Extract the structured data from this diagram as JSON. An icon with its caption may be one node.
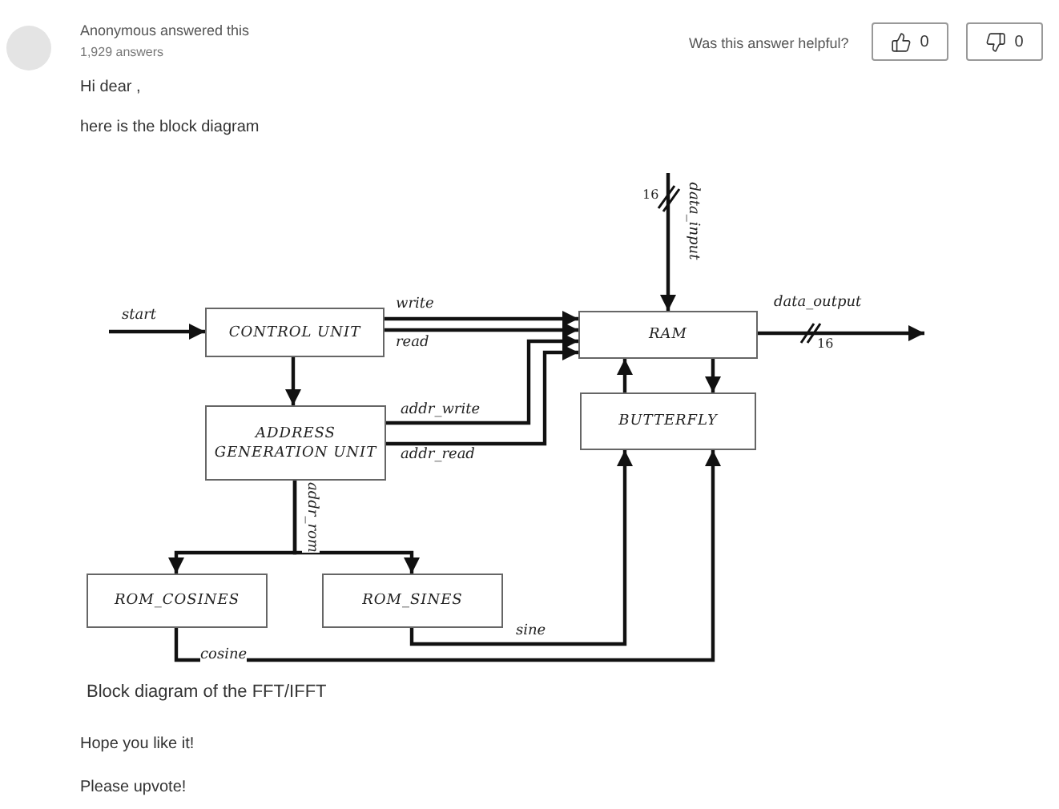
{
  "diagram": {
    "caption": "Block diagram of the FFT/IFFT",
    "nodes": [
      {
        "text": [
          "CONTROL UNIT"
        ]
      },
      {
        "text": [
          "RAM"
        ]
      },
      {
        "text": [
          "ADDRESS GENERATION UNIT"
        ]
      },
      {
        "text": [
          "BUTTERFLY"
        ]
      },
      {
        "text": [
          "ROM_COSINES"
        ]
      },
      {
        "text": [
          "ROM_SINES"
        ]
      }
    ],
    "edges": [
      {
        "from": null,
        "to": 0,
        "arrow": "to",
        "label": "start"
      },
      {
        "from": 0,
        "to": 1,
        "arrow": "to",
        "label": "write"
      },
      {
        "from": 0,
        "to": 1,
        "arrow": "to",
        "label": "read"
      },
      {
        "from": 0,
        "to": 2,
        "arrow": "to"
      },
      {
        "from": 2,
        "to": 1,
        "arrow": "to",
        "label": "addr_write"
      },
      {
        "from": 2,
        "to": 1,
        "arrow": "to",
        "label": "addr_read"
      },
      {
        "from": null,
        "to": 1,
        "arrow": "to",
        "label": "data_input"
      },
      {
        "from": 1,
        "to": null,
        "arrow": "to",
        "label": "data_output"
      },
      {
        "from": 1,
        "to": 3,
        "arrow": "to"
      },
      {
        "from": 3,
        "to": 1,
        "arrow": "to"
      },
      {
        "from": 2,
        "to": 4,
        "arrow": "to",
        "label": "addr_rom"
      },
      {
        "from": 2,
        "to": 5,
        "arrow": "to"
      },
      {
        "from": 5,
        "to": 3,
        "arrow": "to",
        "label": "sine"
      },
      {
        "from": 4,
        "to": 3,
        "arrow": "to",
        "label": "cosine"
      }
    ],
    "labels": [
      "Anonymous answered this",
      "1,929 answers",
      "Was this answer helpful?",
      "0",
      "0",
      "Hi dear ,",
      "here is the block diagram",
      "16",
      "16",
      "Hope you like it!",
      "Please upvote!"
    ]
  }
}
